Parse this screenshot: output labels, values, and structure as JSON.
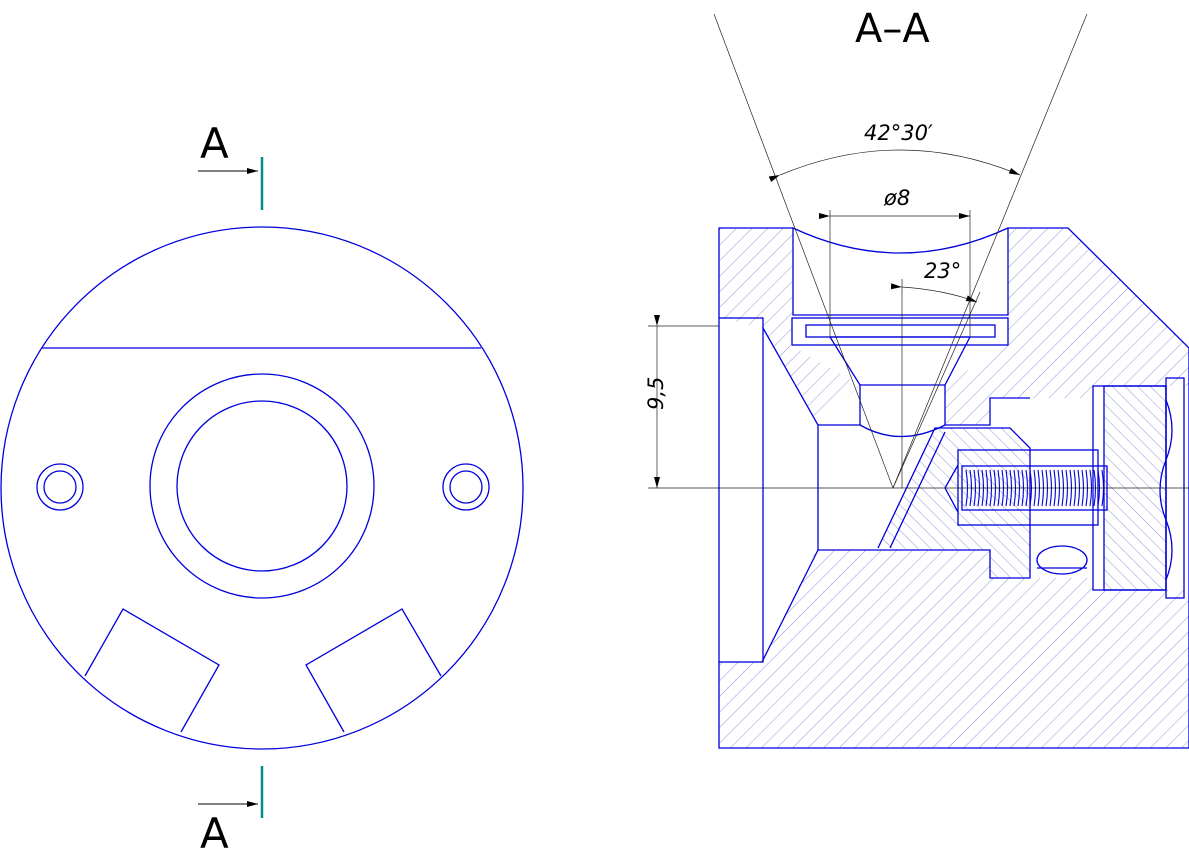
{
  "colors": {
    "outline": "#0000dd",
    "thin": "#222222",
    "section_mark": "#008c8c",
    "hatch": "#8a8ad0"
  },
  "view": {
    "section_label_top": "A",
    "section_label_bottom": "A"
  },
  "section": {
    "title": "A–A"
  },
  "dimensions": {
    "angle_cone": "42°30′",
    "diameter": "ø8",
    "angle_inner": "23°",
    "height": "9,5"
  }
}
